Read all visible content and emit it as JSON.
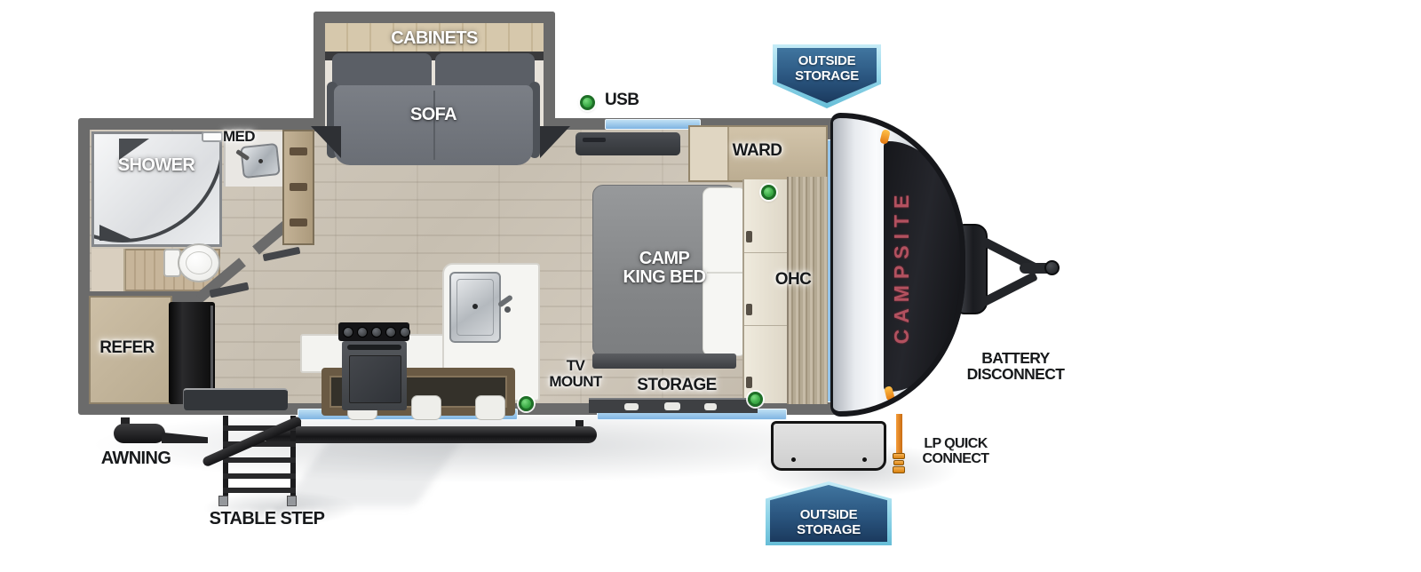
{
  "brand": {
    "decal": "CAMPSITE"
  },
  "badges": {
    "outside_storage": [
      "OUTSIDE",
      "STORAGE"
    ]
  },
  "labels": {
    "cabinets": "CABINETS",
    "sofa": "SOFA",
    "usb": "USB",
    "shower": "SHOWER",
    "med": "MED",
    "refer": "REFER",
    "tv": [
      "TV",
      "MOUNT"
    ],
    "ward": "WARD",
    "bed": [
      "CAMP",
      "KING BED"
    ],
    "ohc": "OHC",
    "storage": "STORAGE",
    "awning": "AWNING",
    "stable_step": "STABLE STEP",
    "battery": [
      "BATTERY",
      "DISCONNECT"
    ],
    "lp": [
      "LP QUICK",
      "CONNECT"
    ]
  },
  "colors": {
    "wall_gray": "#6b6b6b",
    "window_blue": "#7fb4e2",
    "indicator_green": "#3fae4a",
    "badge_blue": "#2a557f",
    "badge_border": "#8fd4e8",
    "brand_red": "#b2515f"
  }
}
